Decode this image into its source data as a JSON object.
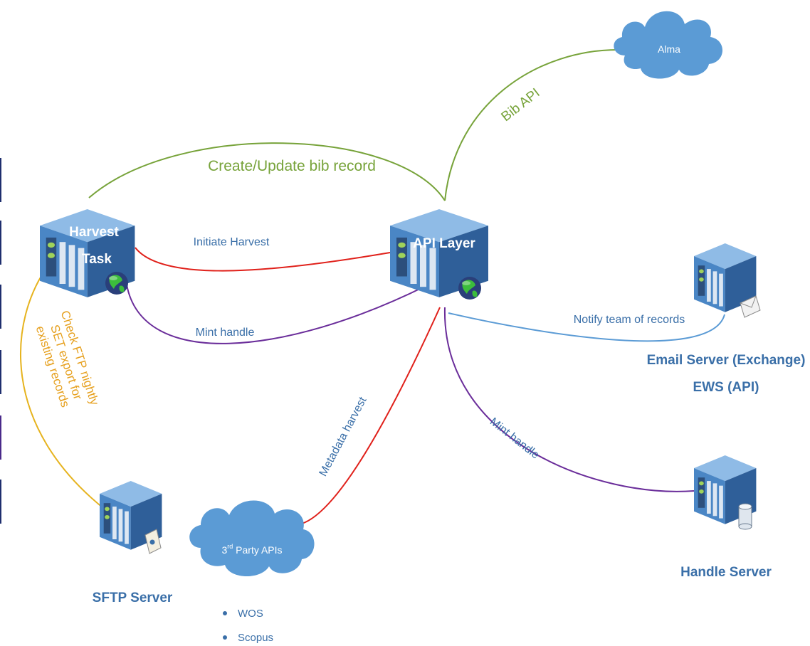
{
  "nodes": {
    "harvest_task": {
      "line1": "Harvest",
      "line2": "Task"
    },
    "api_layer": {
      "label": "API Layer"
    },
    "alma": {
      "label": "Alma"
    },
    "email_server": {
      "line1": "Email Server (Exchange)",
      "line2": "EWS (API)"
    },
    "handle_server": {
      "label": "Handle Server"
    },
    "sftp_server": {
      "label": "SFTP Server"
    },
    "third_party": {
      "label_main": "3",
      "label_sup": "rd",
      "label_rest": " Party APIs",
      "items": [
        "WOS",
        "Scopus"
      ]
    }
  },
  "edges": {
    "create_update": {
      "label": "Create/Update bib record",
      "color": "#77a33a"
    },
    "bib_api": {
      "label": "Bib API",
      "color": "#77a33a"
    },
    "initiate_harvest": {
      "label": "Initiate Harvest",
      "color": "#e0201a"
    },
    "mint_handle_left": {
      "label": "Mint handle",
      "color": "#6a2d9a"
    },
    "notify_team": {
      "label": "Notify team of records",
      "color": "#5b9bd5"
    },
    "metadata_harvest": {
      "label": "Metadata harvest",
      "color": "#e0201a"
    },
    "mint_handle_right": {
      "label": "Mint handle",
      "color": "#6a2d9a"
    },
    "check_ftp": {
      "lines": [
        "Check FTP nightly",
        "SET export for",
        "existing records"
      ],
      "color": "#e6b31e"
    }
  },
  "colors": {
    "label_blue": "#3a6fa8",
    "cloud_fill": "#5b9bd5",
    "server_front": "#4a86c5",
    "server_top": "#8fbbe6",
    "server_side": "#2f5f99"
  }
}
